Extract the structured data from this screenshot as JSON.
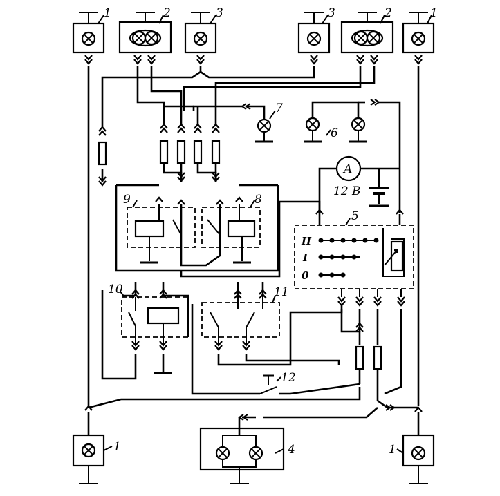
{
  "labels": {
    "lamp_1": "1",
    "lamp_2": "2",
    "lamp_3": "3",
    "lamp_4": "4",
    "switch_5": "5",
    "lamps_6": "6",
    "lamp_7": "7",
    "relay_8": "8",
    "relay_9": "9",
    "relay_10": "10",
    "relay_11": "11",
    "button_12": "12",
    "ammeter": "A",
    "battery": "12 B"
  },
  "switch_positions": [
    "II",
    "I",
    "0"
  ]
}
